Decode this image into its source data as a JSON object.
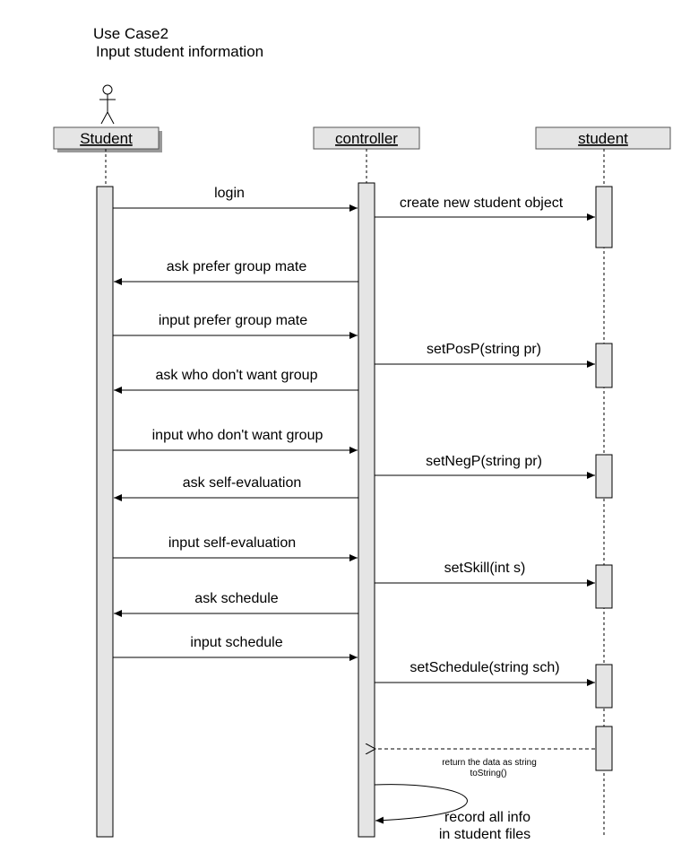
{
  "title": {
    "line1": "Use Case2",
    "line2": "Input student information"
  },
  "participants": {
    "actor": "Student",
    "controller": "controller",
    "object": "student"
  },
  "messages": {
    "m1": "login",
    "m2": "create new student object",
    "m3": "ask prefer group mate",
    "m4": "input prefer group mate",
    "m5": "setPosP(string pr)",
    "m6": "ask who don't want group",
    "m7": "input who don't want group",
    "m8": "setNegP(string pr)",
    "m9": "ask self-evaluation",
    "m10": "input self-evaluation",
    "m11": "setSkill(int s)",
    "m12": "ask schedule",
    "m13": "input schedule",
    "m14": "setSchedule(string sch)",
    "m15_line1": "return the data as string",
    "m15_line2": "toString()",
    "m16_line1": "record all info",
    "m16_line2": "in student files"
  }
}
